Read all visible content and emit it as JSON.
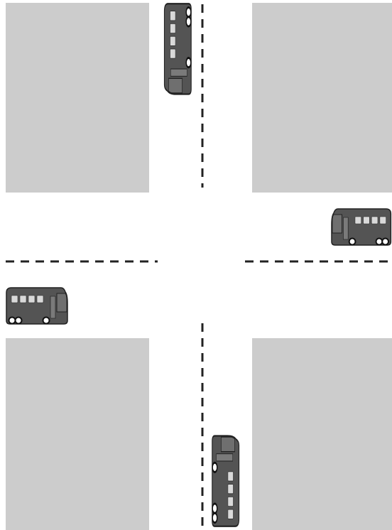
{
  "scene": {
    "background_color": "#ffffff",
    "block_color": "#cccccc",
    "lane_marking_color": "#222222",
    "blocks": [
      {
        "name": "city-block-top-left"
      },
      {
        "name": "city-block-top-right"
      },
      {
        "name": "city-block-bottom-left"
      },
      {
        "name": "city-block-bottom-right"
      }
    ],
    "lane_markings": [
      {
        "name": "lane-marking-north"
      },
      {
        "name": "lane-marking-south"
      },
      {
        "name": "lane-marking-west"
      },
      {
        "name": "lane-marking-east"
      }
    ],
    "buses": [
      {
        "name": "bus-north-road-icon",
        "heading": "south",
        "body_color": "#545454",
        "window_color": "#d9d9d9"
      },
      {
        "name": "bus-east-road-icon",
        "heading": "west",
        "body_color": "#545454",
        "window_color": "#d9d9d9"
      },
      {
        "name": "bus-west-road-icon",
        "heading": "east",
        "body_color": "#545454",
        "window_color": "#d9d9d9"
      },
      {
        "name": "bus-south-road-icon",
        "heading": "north",
        "body_color": "#545454",
        "window_color": "#d9d9d9"
      }
    ]
  }
}
